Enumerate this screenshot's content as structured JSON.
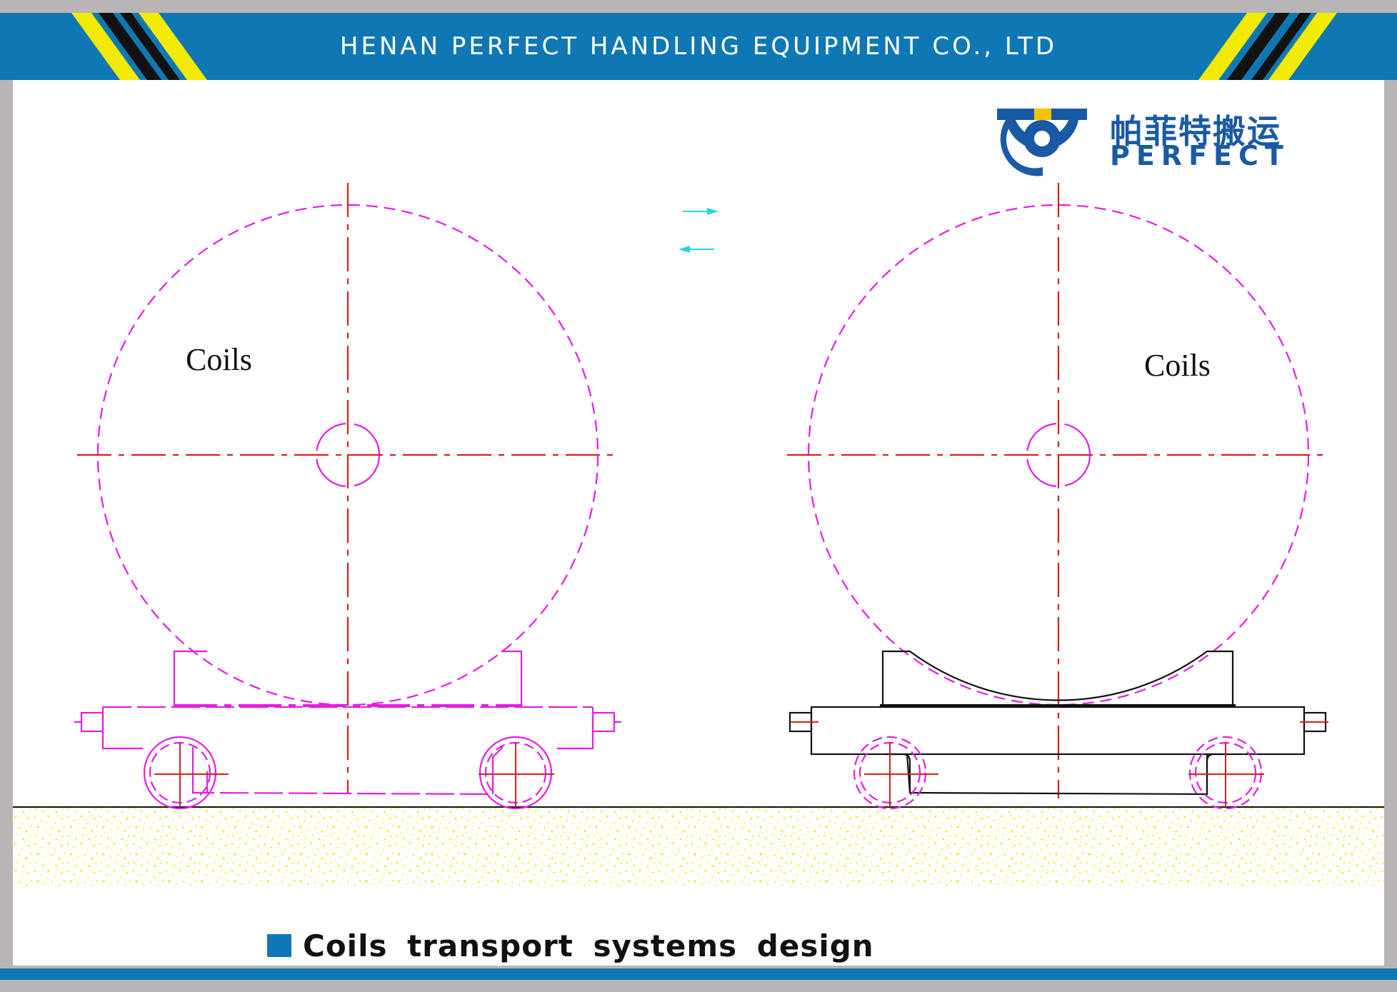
{
  "header": {
    "title": "HENAN PERFECT HANDLING EQUIPMENT CO., LTD",
    "bar_color": "#0f78b4",
    "stripe_colors": [
      "#f2ea00",
      "#111111"
    ]
  },
  "logo": {
    "cn_text": "帕菲特搬运",
    "en_text": "PERFECT",
    "color": "#1a5aa5",
    "accent_color": "#f2c400",
    "icon": "perfect-logo-icon"
  },
  "diagram": {
    "left_coil_label": "Coils",
    "right_coil_label": "Coils",
    "coil_color": "#e21ee0",
    "centerline_color": "#d91f1f",
    "cart_outline_color": "#111111",
    "arrow_color": "#22d6e8",
    "ground_color": "#f2ea20"
  },
  "caption": {
    "text": "Coils transport systems design",
    "square_color": "#0f78b4"
  }
}
